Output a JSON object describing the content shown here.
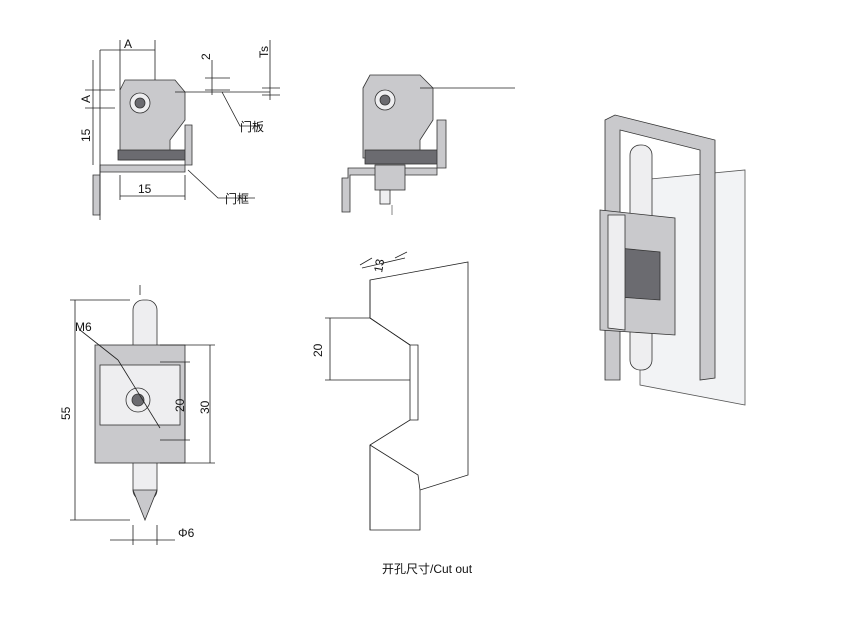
{
  "top_left_view": {
    "dim_a_top": "A",
    "dim_2": "2",
    "dim_ts": "Ts",
    "dim_a_side": "A",
    "dim_15_vertical": "15",
    "label_door_panel": "门板",
    "dim_15_horizontal": "15",
    "label_door_frame": "门框"
  },
  "bottom_left_view": {
    "dim_m6": "M6",
    "dim_55": "55",
    "dim_20": "20",
    "dim_30": "30",
    "dim_phi6": "Φ6"
  },
  "cutout_view": {
    "dim_13": "13",
    "dim_20": "20",
    "caption": "开孔尺寸/Cut out"
  }
}
